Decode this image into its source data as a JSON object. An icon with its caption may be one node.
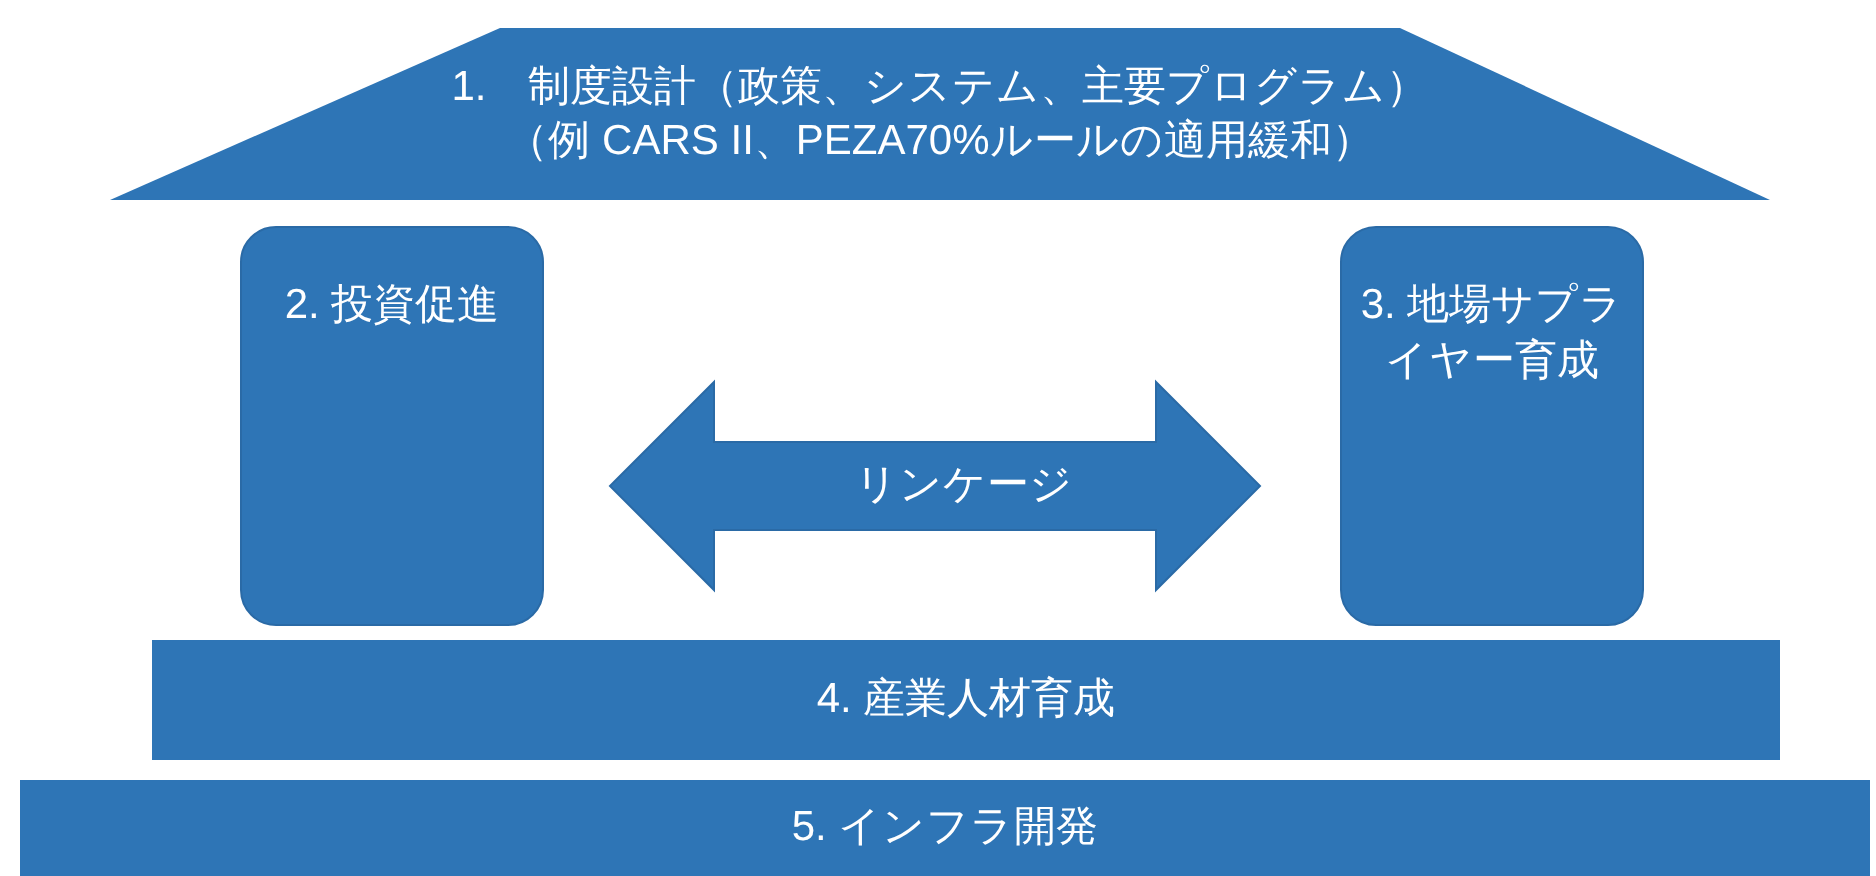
{
  "diagram": {
    "nodes": [
      {
        "text": [
          "1.　制度設計（政策、システム、主要プログラム）",
          "（例 CARS II、PEZA70%ルールの適用緩和）"
        ]
      },
      {
        "text": [
          "2. 投資促進"
        ]
      },
      {
        "text": [
          "3. 地場サプライヤー育成"
        ]
      },
      {
        "text": [
          "4. 産業人材育成"
        ]
      },
      {
        "text": [
          "5. インフラ開発"
        ]
      }
    ],
    "edges": [
      {
        "from": 1,
        "to": 2,
        "arrow": "both",
        "label": "リンケージ",
        "style": "thick"
      }
    ]
  }
}
